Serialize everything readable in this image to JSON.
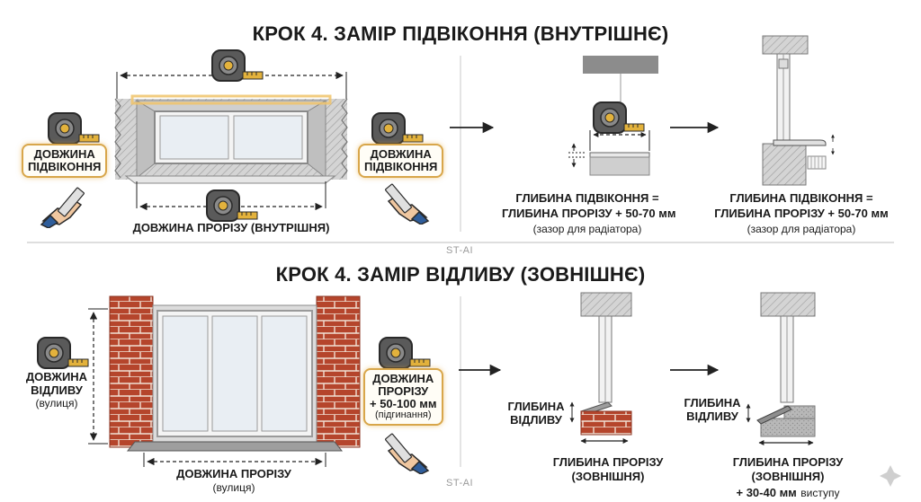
{
  "watermark": "ST-AI",
  "step_inner": {
    "title": "КРОК 4. ЗАМІР ПІДВІКОННЯ (ВНУТРІШНЄ)",
    "left_callout_l1": "ДОВЖИНА",
    "left_callout_l2": "ПІДВІКОННЯ",
    "right_callout_l1": "ДОВЖИНА",
    "right_callout_l2": "ПІДВІКОННЯ",
    "opening_label": "ДОВЖИНА ПРОРІЗУ (ВНУТРІШНЯ)",
    "formula1_l1": "ГЛИБИНА ПІДВІКОННЯ =",
    "formula1_l2": "ГЛИБИНА ПРОРІЗУ + 50-70 мм",
    "formula1_note": "(зазор для радіатора)",
    "formula2_l1": "ГЛИБИНА ПІДВІКОННЯ =",
    "formula2_l2": "ГЛИБИНА ПРОРІЗУ + 50-70 мм",
    "formula2_note": "(зазор для радіатора)"
  },
  "step_outer": {
    "title": "КРОК 4. ЗАМІР ВІДЛИВУ (ЗОВНІШНЄ)",
    "left_l1": "ДОВЖИНА",
    "left_l2": "ВІДЛИВУ",
    "left_note": "(вулиця)",
    "right_callout_l1": "ДОВЖИНА",
    "right_callout_l2": "ПРОРІЗУ",
    "right_callout_l3": "+ 50-100 мм",
    "right_callout_note": "(підгинання)",
    "opening_label": "ДОВЖИНА ПРОРІЗУ",
    "opening_note": "(вулиця)",
    "depth1_l1": "ГЛИБИНА",
    "depth1_l2": "ВІДЛИВУ",
    "depth1_caption_l1": "ГЛИБИНА ПРОРІЗУ",
    "depth1_caption_l2": "(ЗОВНІШНЯ)",
    "depth2_l1": "ГЛИБИНА",
    "depth2_l2": "ВІДЛИВУ",
    "depth2_caption_l1": "ГЛИБИНА ПРОРІЗУ",
    "depth2_caption_l2": "(ЗОВНІШНЯ)",
    "depth2_caption_l3": "+ 30-40 мм",
    "depth2_caption_l3_note": "виступу"
  },
  "colors": {
    "brick": "#b5452c",
    "brick_dark": "#8a3320",
    "frame_gray": "#9a9a9a",
    "callout_glow": "#d8a64a",
    "tape_yellow": "#e3b23c"
  }
}
